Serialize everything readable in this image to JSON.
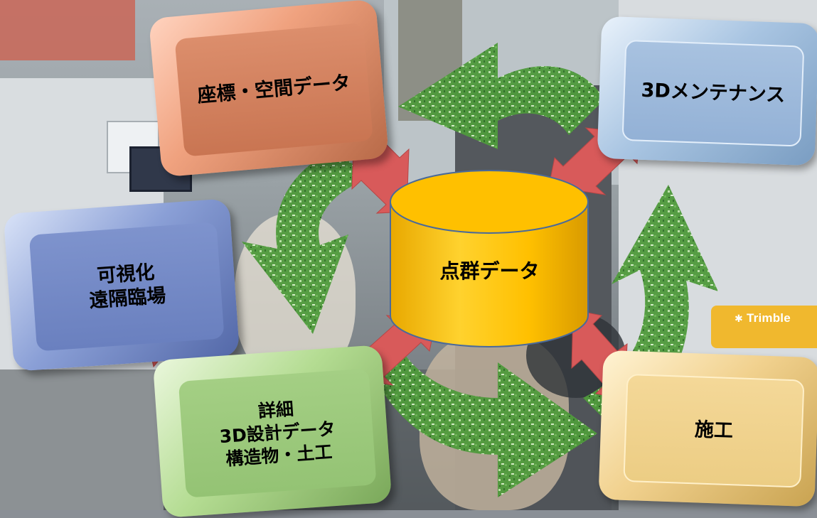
{
  "diagram": {
    "center": {
      "label": "点群データ",
      "color": "#ffc000"
    },
    "nodes": {
      "coordinates": {
        "lines": [
          "座標・空間データ"
        ],
        "color": "#d9876a"
      },
      "maintenance": {
        "lines": [
          "3Dメンテナンス"
        ],
        "color": "#9cb8dc"
      },
      "visualization": {
        "lines": [
          "可視化",
          "遠隔臨場"
        ],
        "color": "#7388c6"
      },
      "design": {
        "lines": [
          "詳細",
          "3D設計データ",
          "構造物・土工"
        ],
        "color": "#9ccb7b"
      },
      "construction": {
        "lines": [
          "施工"
        ],
        "color": "#f0d18d"
      }
    },
    "connector_color": "#d85a5a",
    "cycle_arrow_color": "#4f9a3c",
    "cycle_direction": "clockwise"
  },
  "background": {
    "brand_mark_text": "Trimble"
  }
}
